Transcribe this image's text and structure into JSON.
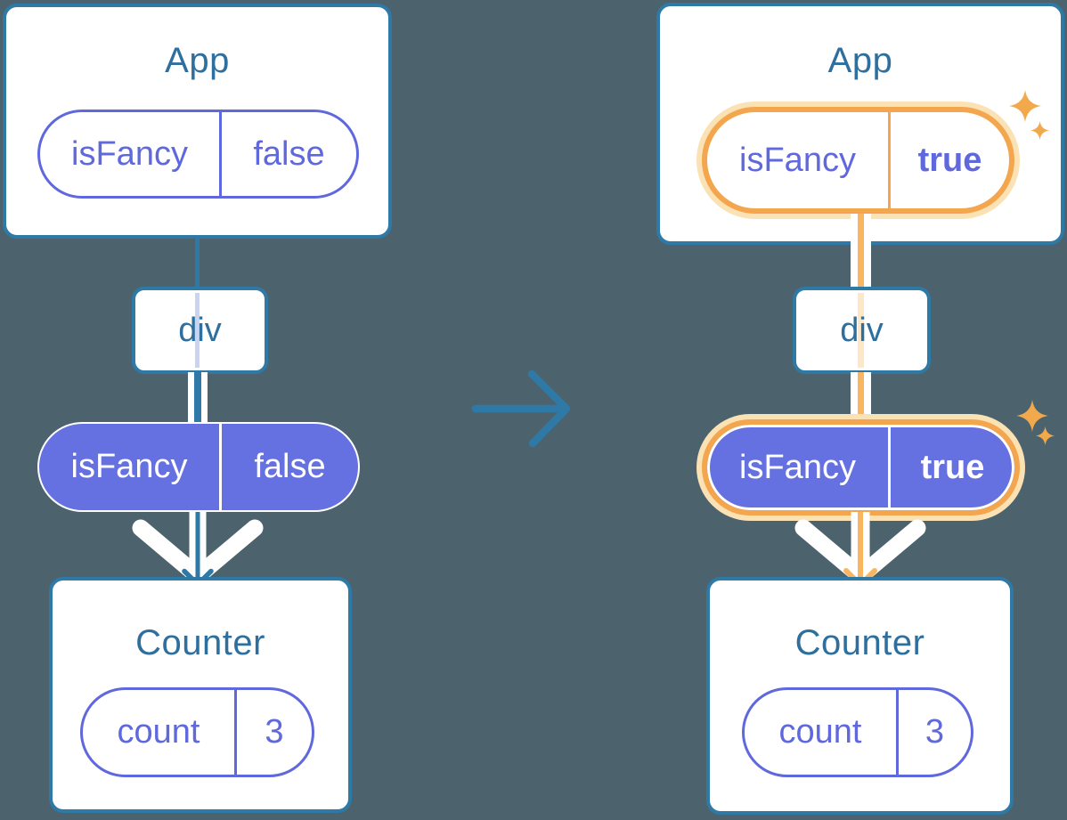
{
  "left": {
    "app": {
      "title": "App"
    },
    "app_prop": {
      "name": "isFancy",
      "value": "false"
    },
    "div": {
      "label": "div"
    },
    "passed_prop": {
      "name": "isFancy",
      "value": "false"
    },
    "counter": {
      "title": "Counter"
    },
    "counter_state": {
      "name": "count",
      "value": "3"
    }
  },
  "right": {
    "app": {
      "title": "App"
    },
    "app_prop": {
      "name": "isFancy",
      "value": "true"
    },
    "div": {
      "label": "div"
    },
    "passed_prop": {
      "name": "isFancy",
      "value": "true"
    },
    "counter": {
      "title": "Counter"
    },
    "counter_state": {
      "name": "count",
      "value": "3"
    }
  },
  "icons": {
    "transition": "right-arrow-icon",
    "highlight": "sparkle-icon",
    "flow": "down-arrow-icon"
  },
  "colors": {
    "background": "#4C636E",
    "teal": "#2E79A6",
    "teal_text": "#2F6F9E",
    "purple_fill": "#6671E1",
    "purple_text": "#5F68DC",
    "orange": "#F3A64D",
    "orange_line": "#F9B55F",
    "peach": "#FBE2B4",
    "lavender": "#CBD3F2",
    "sparkle": "#F2A94C"
  }
}
